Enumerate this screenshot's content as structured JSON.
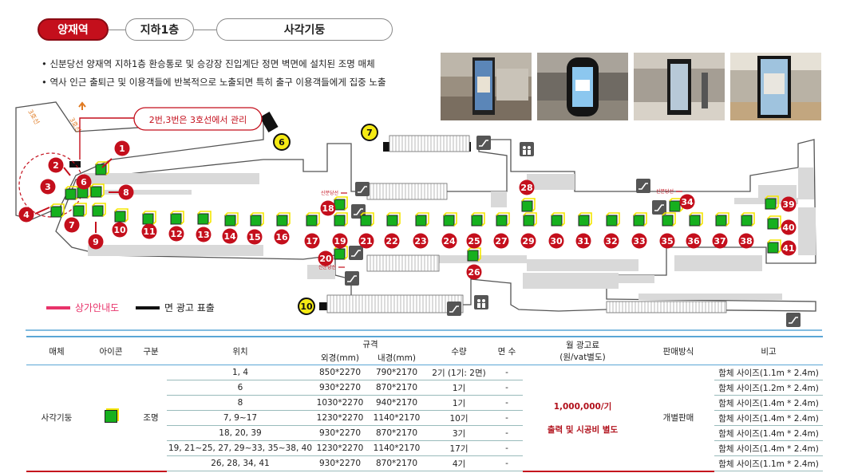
{
  "tabs": {
    "station": "양재역",
    "floor": "지하1층",
    "media": "사각기둥"
  },
  "bullets": [
    "신분당선 양재역 지하1층 환승통로 및 승강장 진입계단 정면 벽면에 설치된 조명 매체",
    "역사 인근 출퇴근 및 이용객들에 반복적으로 노출되면 특히 출구 이용객들에게 집중 노출"
  ],
  "map": {
    "callout": "2번,3번은 3호선에서 관리",
    "sinbundang_label": "신분당선",
    "line3_label_a": "3호선",
    "line3_label_b": "3호선",
    "red_markers": [
      "1",
      "2",
      "3",
      "4",
      "6",
      "7",
      "8",
      "9",
      "10",
      "11",
      "12",
      "13",
      "14",
      "15",
      "16",
      "17",
      "18",
      "19",
      "20",
      "21",
      "22",
      "23",
      "24",
      "25",
      "26",
      "27",
      "28",
      "29",
      "30",
      "31",
      "32",
      "33",
      "34",
      "35",
      "36",
      "37",
      "38",
      "39",
      "40",
      "41"
    ],
    "yellow_markers": [
      "6",
      "7",
      "10"
    ]
  },
  "legend": {
    "pink": "상가안내도",
    "black": "면 광고 표출",
    "pink_color": "#e8336a",
    "black_color": "#111111"
  },
  "table": {
    "headers": {
      "media": "매체",
      "icon": "아이콘",
      "type": "구분",
      "location": "위치",
      "spec": "규격",
      "outer": "외경(mm)",
      "inner": "내경(mm)",
      "qty": "수량",
      "faces": "면 수",
      "fee_line1": "월 광고료",
      "fee_line2": "(원/vat별도)",
      "sales": "판매방식",
      "note": "비고"
    },
    "media_name": "사각기둥",
    "type_value": "조명",
    "fee_value": "1,000,000/기",
    "fee_note": "출력 및 시공비 별도",
    "sales_value": "개별판매",
    "rows": [
      {
        "location": "1, 4",
        "outer": "850*2270",
        "inner": "790*2170",
        "qty": "2기 (1기: 2면)",
        "faces": "-",
        "note": "함체 사이즈(1.1m * 2.4m)"
      },
      {
        "location": "6",
        "outer": "930*2270",
        "inner": "870*2170",
        "qty": "1기",
        "faces": "-",
        "note": "함체 사이즈(1.2m * 2.4m)"
      },
      {
        "location": "8",
        "outer": "1030*2270",
        "inner": "940*2170",
        "qty": "1기",
        "faces": "-",
        "note": "함체 사이즈(1.4m * 2.4m)"
      },
      {
        "location": "7, 9~17",
        "outer": "1230*2270",
        "inner": "1140*2170",
        "qty": "10기",
        "faces": "-",
        "note": "함체 사이즈(1.4m * 2.4m)"
      },
      {
        "location": "18, 20, 39",
        "outer": "930*2270",
        "inner": "870*2170",
        "qty": "3기",
        "faces": "-",
        "note": "함체 사이즈(1.4m * 2.4m)"
      },
      {
        "location": "19, 21~25, 27, 29~33, 35~38, 40",
        "outer": "1230*2270",
        "inner": "1140*2170",
        "qty": "17기",
        "faces": "-",
        "note": "함체 사이즈(1.4m * 2.4m)"
      },
      {
        "location": "26, 28, 34, 41",
        "outer": "930*2270",
        "inner": "870*2170",
        "qty": "4기",
        "faces": "-",
        "note": "함체 사이즈(1.1m * 2.4m)"
      }
    ]
  }
}
